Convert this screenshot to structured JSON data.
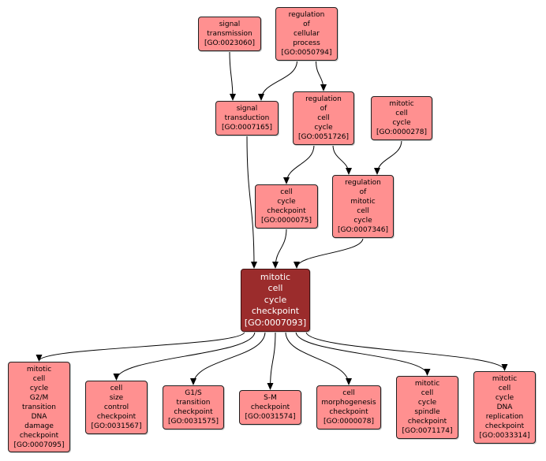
{
  "colors": {
    "node_fill": "#ff9090",
    "focus_fill": "#9b2c2c",
    "edge": "#000000"
  },
  "nodes": {
    "signal_transmission": {
      "lines": [
        "signal",
        "transmission"
      ],
      "go": "[GO:0023060]"
    },
    "regulation_cellular_process": {
      "lines": [
        "regulation",
        "of",
        "cellular",
        "process"
      ],
      "go": "[GO:0050794]"
    },
    "signal_transduction": {
      "lines": [
        "signal",
        "transduction"
      ],
      "go": "[GO:0007165]"
    },
    "regulation_cell_cycle": {
      "lines": [
        "regulation",
        "of",
        "cell",
        "cycle"
      ],
      "go": "[GO:0051726]"
    },
    "mitotic_cell_cycle": {
      "lines": [
        "mitotic",
        "cell",
        "cycle"
      ],
      "go": "[GO:0000278]"
    },
    "cell_cycle_checkpoint": {
      "lines": [
        "cell",
        "cycle",
        "checkpoint"
      ],
      "go": "[GO:0000075]"
    },
    "regulation_mitotic_cell_cycle": {
      "lines": [
        "regulation",
        "of",
        "mitotic",
        "cell",
        "cycle"
      ],
      "go": "[GO:0007346]"
    },
    "mitotic_cell_cycle_checkpoint": {
      "lines": [
        "mitotic",
        "cell",
        "cycle",
        "checkpoint"
      ],
      "go": "[GO:0007093]"
    },
    "g2m_dna_damage_checkpoint": {
      "lines": [
        "mitotic",
        "cell",
        "cycle",
        "G2/M",
        "transition",
        "DNA",
        "damage",
        "checkpoint"
      ],
      "go": "[GO:0007095]"
    },
    "cell_size_control_checkpoint": {
      "lines": [
        "cell",
        "size",
        "control",
        "checkpoint"
      ],
      "go": "[GO:0031567]"
    },
    "g1s_transition_checkpoint": {
      "lines": [
        "G1/S",
        "transition",
        "checkpoint"
      ],
      "go": "[GO:0031575]"
    },
    "sm_checkpoint": {
      "lines": [
        "S-M",
        "checkpoint"
      ],
      "go": "[GO:0031574]"
    },
    "cell_morphogenesis_checkpoint": {
      "lines": [
        "cell",
        "morphogenesis",
        "checkpoint"
      ],
      "go": "[GO:0000078]"
    },
    "spindle_checkpoint": {
      "lines": [
        "mitotic",
        "cell",
        "cycle",
        "spindle",
        "checkpoint"
      ],
      "go": "[GO:0071174]"
    },
    "dna_replication_checkpoint": {
      "lines": [
        "mitotic",
        "cell",
        "cycle",
        "DNA",
        "replication",
        "checkpoint"
      ],
      "go": "[GO:0033314]"
    }
  },
  "edges": [
    [
      "signal_transmission",
      "signal_transduction"
    ],
    [
      "regulation_cellular_process",
      "signal_transduction"
    ],
    [
      "regulation_cellular_process",
      "regulation_cell_cycle"
    ],
    [
      "signal_transduction",
      "mitotic_cell_cycle_checkpoint"
    ],
    [
      "regulation_cell_cycle",
      "cell_cycle_checkpoint"
    ],
    [
      "regulation_cell_cycle",
      "regulation_mitotic_cell_cycle"
    ],
    [
      "mitotic_cell_cycle",
      "regulation_mitotic_cell_cycle"
    ],
    [
      "cell_cycle_checkpoint",
      "mitotic_cell_cycle_checkpoint"
    ],
    [
      "regulation_mitotic_cell_cycle",
      "mitotic_cell_cycle_checkpoint"
    ],
    [
      "mitotic_cell_cycle_checkpoint",
      "g2m_dna_damage_checkpoint"
    ],
    [
      "mitotic_cell_cycle_checkpoint",
      "cell_size_control_checkpoint"
    ],
    [
      "mitotic_cell_cycle_checkpoint",
      "g1s_transition_checkpoint"
    ],
    [
      "mitotic_cell_cycle_checkpoint",
      "sm_checkpoint"
    ],
    [
      "mitotic_cell_cycle_checkpoint",
      "cell_morphogenesis_checkpoint"
    ],
    [
      "mitotic_cell_cycle_checkpoint",
      "spindle_checkpoint"
    ],
    [
      "mitotic_cell_cycle_checkpoint",
      "dna_replication_checkpoint"
    ]
  ]
}
